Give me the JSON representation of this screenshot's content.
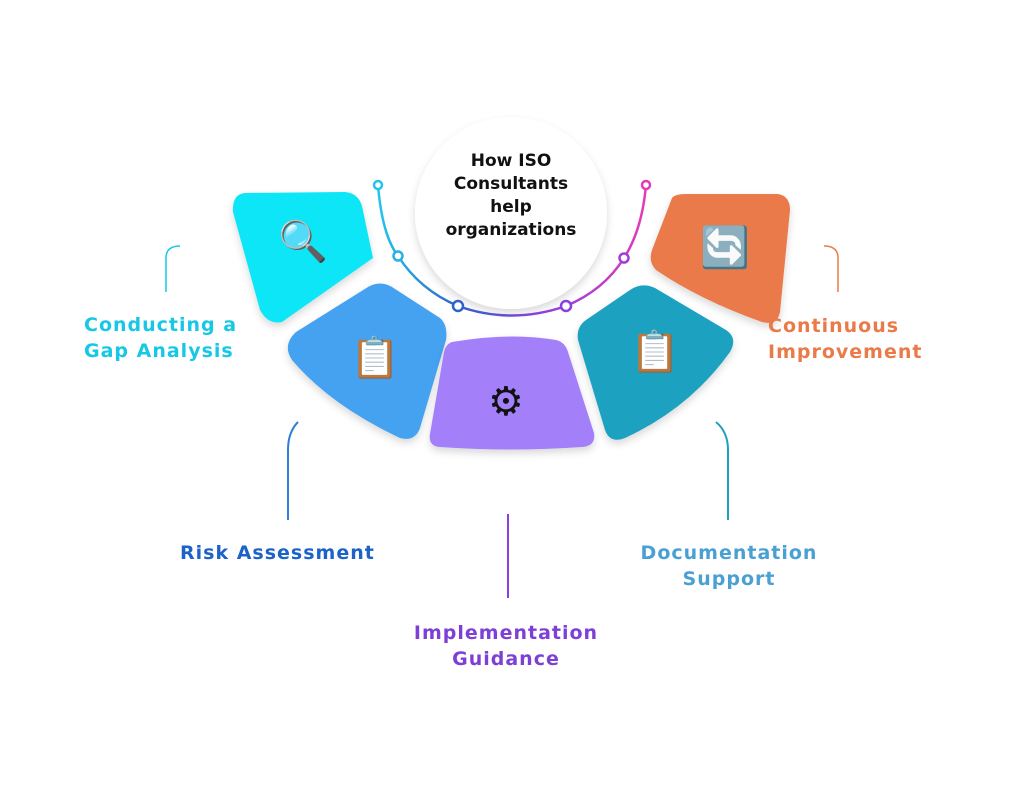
{
  "title": "How ISO Consultants help organizations",
  "items": [
    {
      "label": "Conducting a Gap Analysis",
      "color": "#0ee6f7",
      "text_color": "#17c8e6",
      "icon": "magnifier-chart-icon"
    },
    {
      "label": "Risk Assessment",
      "color": "#45a2f0",
      "text_color": "#1d62c8",
      "icon": "checklist-warning-icon"
    },
    {
      "label": "Implementation Guidance",
      "color": "#a37ffa",
      "text_color": "#7e3fd6",
      "icon": "person-gear-arrows-icon"
    },
    {
      "label": "Documentation Support",
      "color": "#1da1c1",
      "text_color": "#4aa0d3",
      "icon": "clipboard-badge-icon"
    },
    {
      "label": "Continuous Improvement",
      "color": "#ea7a48",
      "text_color": "#ea7a48",
      "icon": "cycle-growth-icon"
    }
  ]
}
